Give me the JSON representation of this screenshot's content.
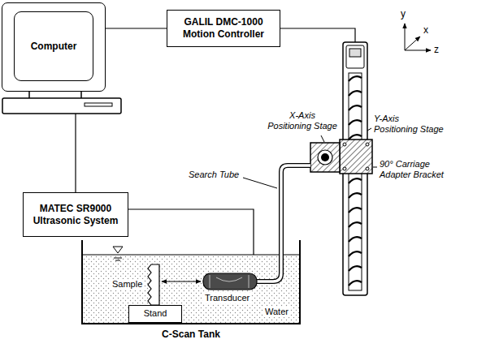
{
  "diagram": {
    "nodes": [
      {
        "text": [
          "Computer"
        ]
      },
      {
        "text": [
          "GALIL DMC-1000 Motion Controller"
        ]
      },
      {
        "text": [
          "MATEC SR9000 Ultrasonic System"
        ]
      },
      {
        "text": [
          "C-Scan Tank"
        ]
      },
      {
        "text": [
          "Stand"
        ],
        "in": 3
      }
    ],
    "edges": [
      {
        "from": 0,
        "to": 1,
        "arrow": "none"
      },
      {
        "from": 0,
        "to": 2,
        "arrow": "none"
      }
    ],
    "labels": [
      "y",
      "x",
      "z",
      "Y-Axis Positioning Stage",
      "X-Axis Positioning Stage",
      "90° Carriage Adapter Bracket",
      "Search Tube",
      "Sample",
      "Transducer",
      "Water"
    ]
  }
}
